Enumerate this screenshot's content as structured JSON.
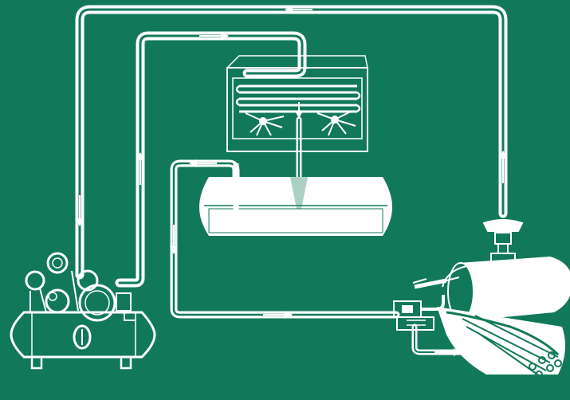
{
  "diagram": {
    "kind": "refrigeration-cycle",
    "colors": {
      "background": "#11795a",
      "line": "#ffffff"
    },
    "components": [
      {
        "id": "compressor",
        "icon": "compressor-icon"
      },
      {
        "id": "condenser",
        "icon": "condenser-box-icon"
      },
      {
        "id": "receiver",
        "icon": "receiver-tank-icon"
      },
      {
        "id": "evaporator",
        "icon": "evaporator-shell-icon"
      },
      {
        "id": "expansion-valve",
        "icon": "expansion-valve-icon"
      },
      {
        "id": "flow-control-valve",
        "icon": "control-valve-icon"
      }
    ],
    "flow_arrows": 10
  }
}
